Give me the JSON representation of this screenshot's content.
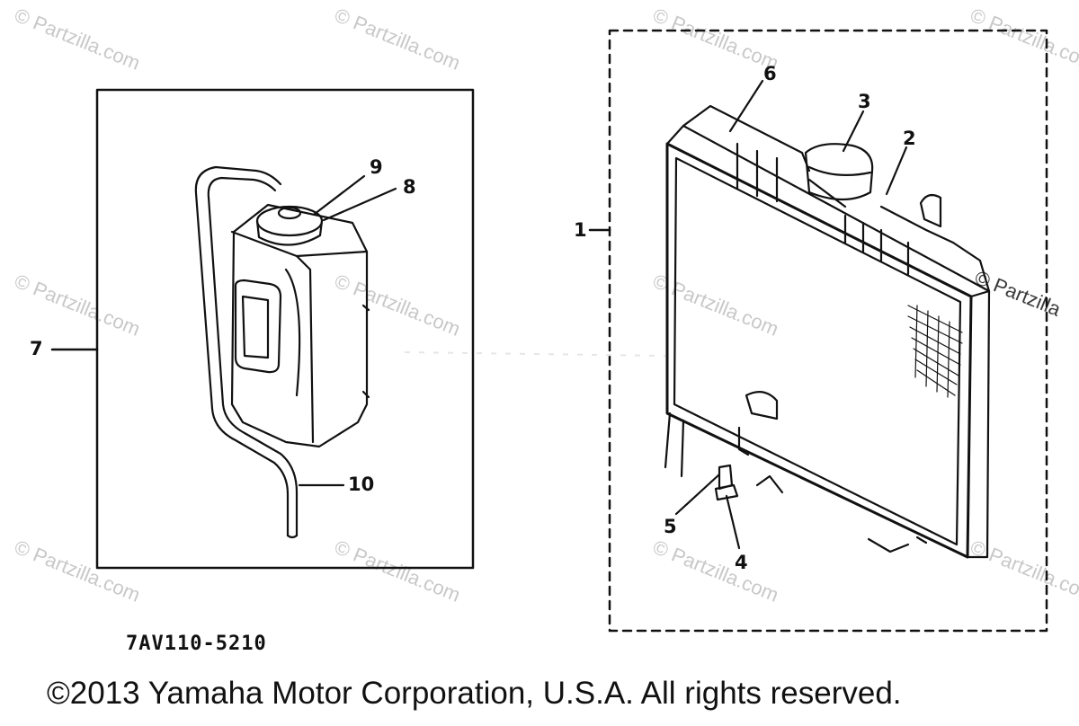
{
  "watermarks": {
    "text": "© Partzilla.com",
    "edge_text": "© Partzilla"
  },
  "callouts": {
    "c1": "1",
    "c2": "2",
    "c3": "3",
    "c4": "4",
    "c5": "5",
    "c6": "6",
    "c7": "7",
    "c8": "8",
    "c9": "9",
    "c10": "10"
  },
  "part_code": "7AV110-5210",
  "copyright": "©2013 Yamaha Motor Corporation, U.S.A. All rights reserved.",
  "colors": {
    "line": "#111111",
    "watermark": "#c8c8c8",
    "background": "#ffffff"
  }
}
